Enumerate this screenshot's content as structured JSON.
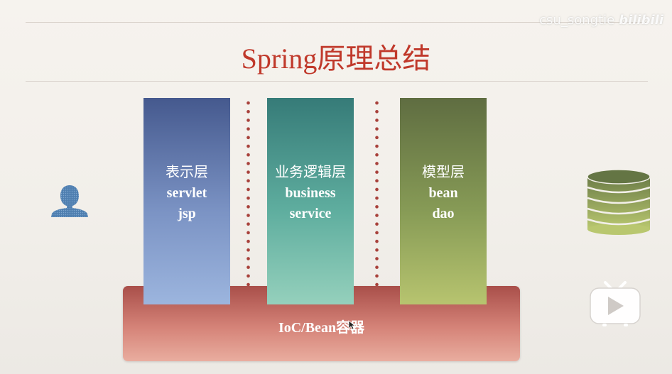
{
  "title": "Spring原理总结",
  "watermark": {
    "user": "csu_songtie",
    "logo": "bilibili"
  },
  "layers": [
    {
      "name_zh": "表示层",
      "tech": [
        "servlet",
        "jsp"
      ]
    },
    {
      "name_zh": "业务逻辑层",
      "tech": [
        "business",
        "service"
      ]
    },
    {
      "name_zh": "模型层",
      "tech": [
        "bean",
        "dao"
      ]
    }
  ],
  "container": {
    "label": "IoC/Bean容器"
  },
  "icons": {
    "user": "user-silhouette-icon",
    "database": "database-stack-icon",
    "play": "video-play-icon"
  },
  "colors": {
    "title": "#c0392b",
    "container": "#c96e66",
    "dots": "#a8413b"
  }
}
